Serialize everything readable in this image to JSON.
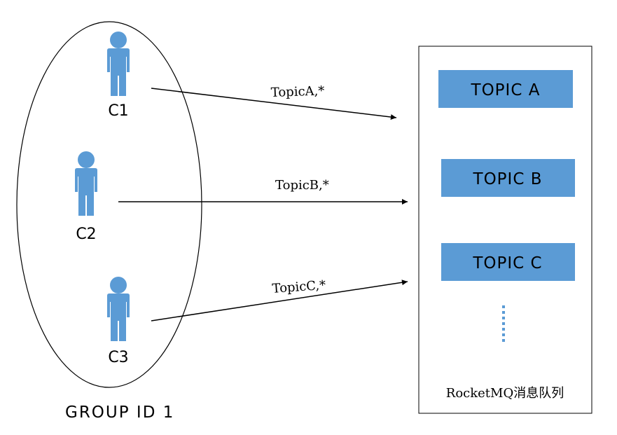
{
  "group": {
    "label": "GROUP ID 1",
    "consumers": [
      {
        "label": "C1"
      },
      {
        "label": "C2"
      },
      {
        "label": "C3"
      }
    ]
  },
  "subscriptions": [
    {
      "from": "C1",
      "to": "TOPIC A",
      "label": "TopicA,*"
    },
    {
      "from": "C2",
      "to": "TOPIC B",
      "label": "TopicB,*"
    },
    {
      "from": "C3",
      "to": "TOPIC C",
      "label": "TopicC,*"
    }
  ],
  "queue": {
    "title": "RocketMQ消息队列",
    "topics": [
      {
        "label": "TOPIC A"
      },
      {
        "label": "TOPIC B"
      },
      {
        "label": "TOPIC C"
      }
    ]
  },
  "colors": {
    "accent": "#5b9bd5",
    "line": "#000000"
  }
}
